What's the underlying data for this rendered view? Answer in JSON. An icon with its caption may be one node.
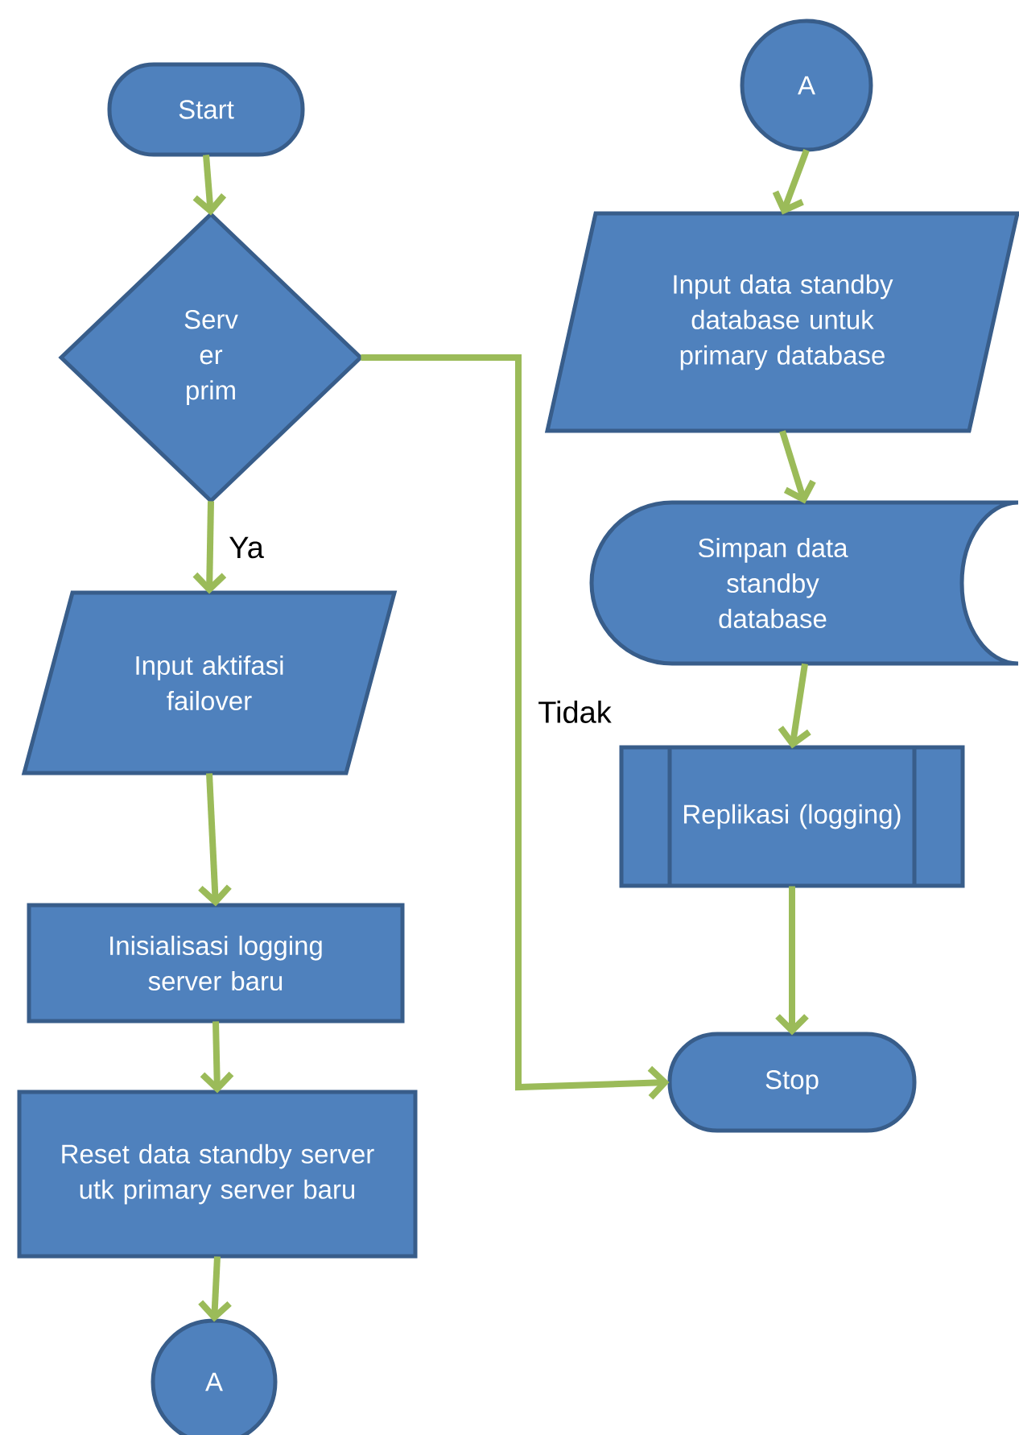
{
  "diagram": {
    "nodes": [
      {
        "text": [
          "Start"
        ]
      },
      {
        "text": [
          "Serv er prim"
        ]
      },
      {
        "text": [
          "Input aktifasi failover"
        ]
      },
      {
        "text": [
          "Inisialisasi  logging server baru"
        ]
      },
      {
        "text": [
          "Reset data standby server utk primary server baru"
        ]
      },
      {
        "text": [
          "A"
        ]
      },
      {
        "text": [
          "A"
        ]
      },
      {
        "text": [
          "Input data standby database  untuk primary database"
        ]
      },
      {
        "text": [
          "Simpan data standby database"
        ]
      },
      {
        "text": [
          "Replikasi (logging)"
        ]
      },
      {
        "text": [
          "Stop"
        ]
      }
    ],
    "edges": [
      {
        "from": 0,
        "to": 1,
        "arrow": "to"
      },
      {
        "from": 1,
        "to": 2,
        "arrow": "to",
        "label": "Ya"
      },
      {
        "from": 2,
        "to": 3,
        "arrow": "to"
      },
      {
        "from": 3,
        "to": 4,
        "arrow": "to"
      },
      {
        "from": 4,
        "to": 5,
        "arrow": "to"
      },
      {
        "from": 6,
        "to": 7,
        "arrow": "to"
      },
      {
        "from": 7,
        "to": 8,
        "arrow": "to"
      },
      {
        "from": 8,
        "to": 9,
        "arrow": "to"
      },
      {
        "from": 9,
        "to": 10,
        "arrow": "to"
      },
      {
        "from": 1,
        "to": 10,
        "arrow": "to",
        "label": "Tidak"
      }
    ]
  }
}
